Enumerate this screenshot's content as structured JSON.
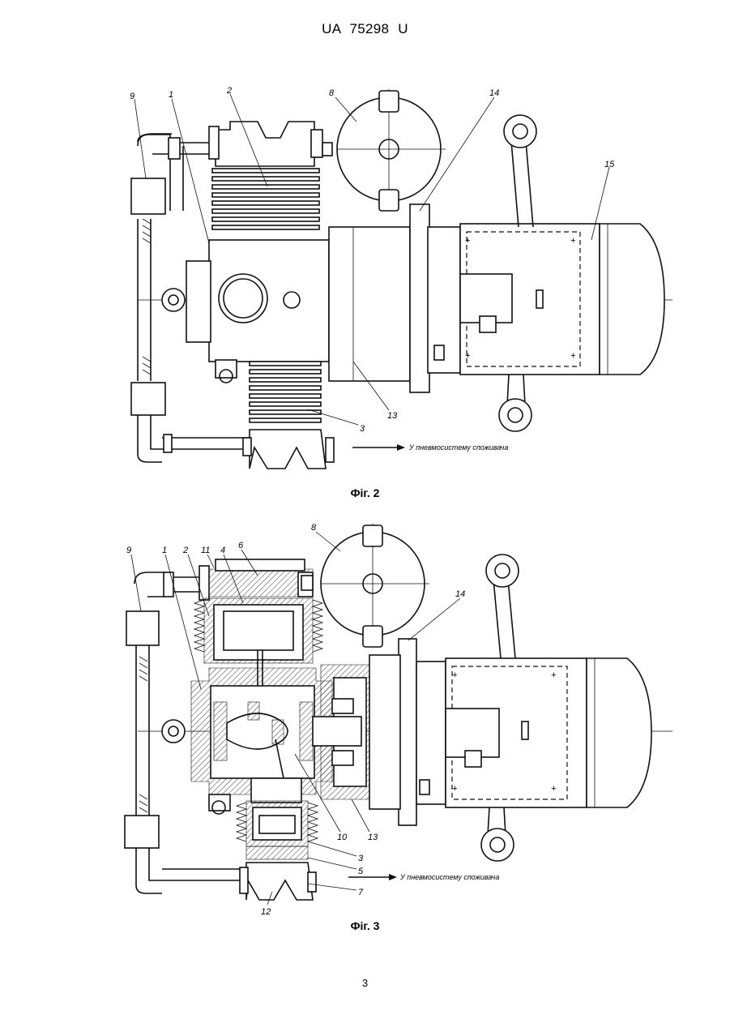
{
  "header": {
    "text": "UA   75298   U"
  },
  "figure2": {
    "caption": "Фіг. 2",
    "labels": [
      "9",
      "1",
      "2",
      "8",
      "14",
      "15",
      "13",
      "3"
    ],
    "outlet_note": "У пневмосистему споживача"
  },
  "figure3": {
    "caption": "Фіг. 3",
    "labels": [
      "9",
      "1",
      "2",
      "11",
      "4",
      "6",
      "8",
      "14",
      "10",
      "13",
      "3",
      "5",
      "7",
      "12"
    ],
    "outlet_note": "У пневмосистему споживача"
  },
  "page_number": "3"
}
